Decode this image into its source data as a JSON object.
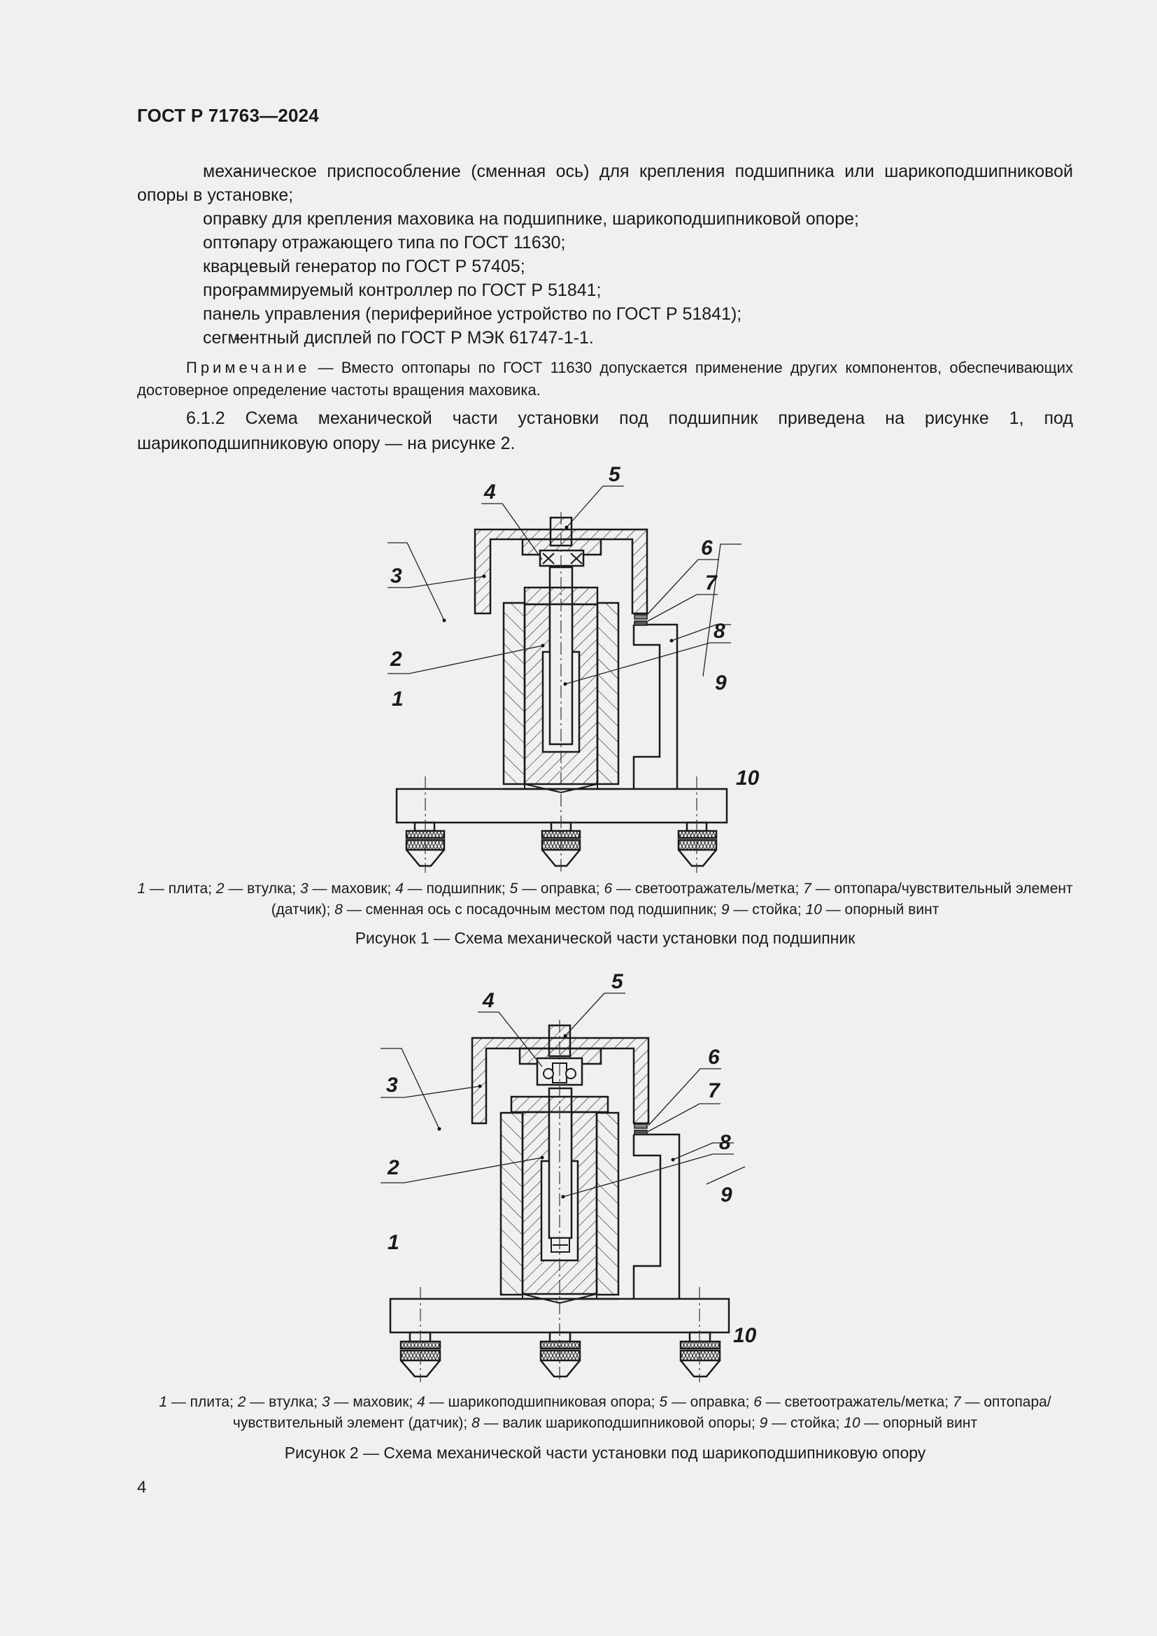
{
  "header": {
    "doc_id": "ГОСТ Р 71763—2024"
  },
  "list": {
    "items": [
      "механическое приспособление (сменная ось) для крепления подшипника или шарикоподшипниковой опоры в установке;",
      "оправку для крепления маховика на подшипнике, шарикоподшипниковой опоре;",
      "оптопару отражающего типа по ГОСТ 11630;",
      "кварцевый генератор по ГОСТ Р 57405;",
      "программируемый контроллер по ГОСТ Р 51841;",
      "панель управления (периферийное устройство по ГОСТ Р 51841);",
      "сегментный дисплей по ГОСТ Р МЭК 61747-1-1."
    ],
    "dash": "-"
  },
  "note": {
    "label": "Примечание",
    "text": " — Вместо оптопары по ГОСТ 11630 допускается применение других компонентов, обеспечивающих достоверное определение частоты вращения маховика."
  },
  "paragraph": {
    "text": "6.1.2  Схема механической части установки под подшипник приведена на рисунке 1, под шарикоподшипниковую опору — на рисунке 2."
  },
  "figure1": {
    "callouts": [
      "1",
      "2",
      "3",
      "4",
      "5",
      "6",
      "7",
      "8",
      "9",
      "10"
    ],
    "legend": [
      {
        "n": "1",
        "t": " — плита; "
      },
      {
        "n": "2",
        "t": " — втулка; "
      },
      {
        "n": "3",
        "t": " — маховик; "
      },
      {
        "n": "4",
        "t": " — подшипник; "
      },
      {
        "n": "5",
        "t": " — оправка; "
      },
      {
        "n": "6",
        "t": " — светоотражатель/метка; "
      },
      {
        "n": "7",
        "t": " — оптопара/чувствительный элемент (датчик); "
      },
      {
        "n": "8",
        "t": " — сменная ось с посадочным местом под подшипник; "
      },
      {
        "n": "9",
        "t": " — стойка; "
      },
      {
        "n": "10",
        "t": " — опорный винт"
      }
    ],
    "caption": "Рисунок 1 — Схема механической части установки под подшипник"
  },
  "figure2": {
    "callouts": [
      "1",
      "2",
      "3",
      "4",
      "5",
      "6",
      "7",
      "8",
      "9",
      "10"
    ],
    "legend": [
      {
        "n": "1",
        "t": " — плита; "
      },
      {
        "n": "2",
        "t": " — втулка; "
      },
      {
        "n": "3",
        "t": " — маховик; "
      },
      {
        "n": "4",
        "t": " — шарикоподшипниковая опора; "
      },
      {
        "n": "5",
        "t": " — оправка; "
      },
      {
        "n": "6",
        "t": " — светоотражатель/метка; "
      },
      {
        "n": "7",
        "t": " — оптопара/чувствительный элемент (датчик); "
      },
      {
        "n": "8",
        "t": " — валик шарикоподшипниковой опоры; "
      },
      {
        "n": "9",
        "t": " — стойка; "
      },
      {
        "n": "10",
        "t": " — опорный винт"
      }
    ],
    "caption": "Рисунок 2 — Схема механической части установки под шарикоподшипниковую опору"
  },
  "page_number": "4"
}
